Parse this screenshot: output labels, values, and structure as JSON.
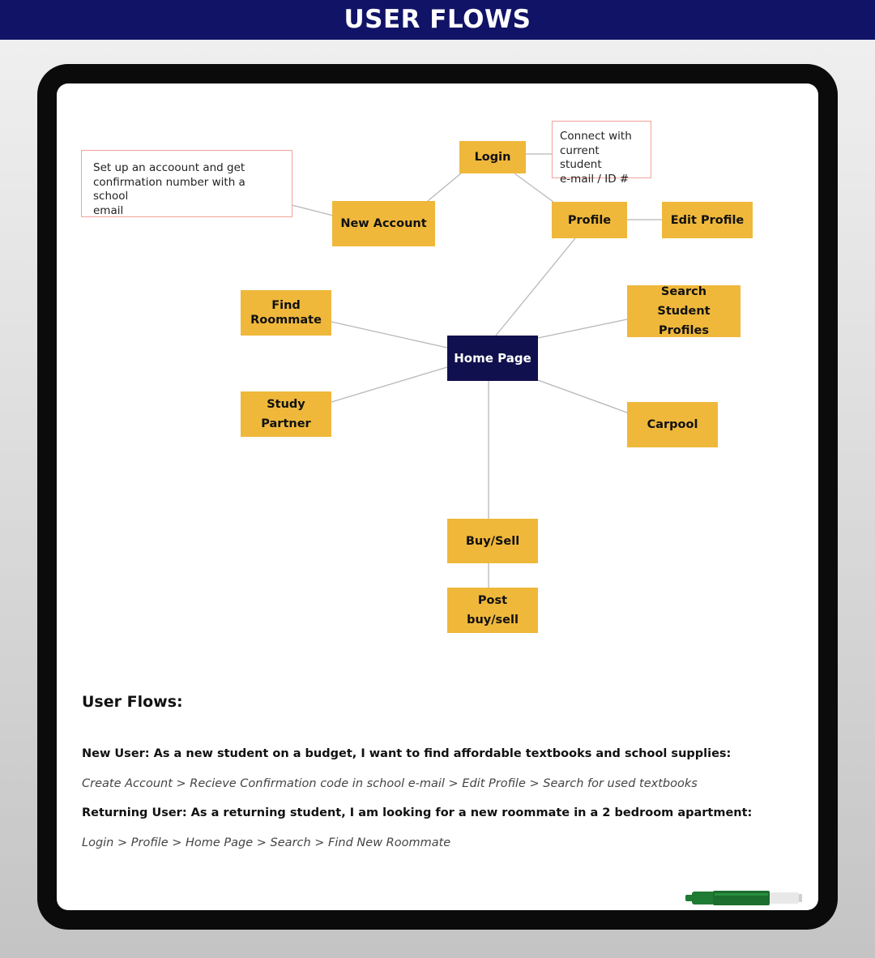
{
  "header": {
    "title": "USER FLOWS"
  },
  "diagram": {
    "nodes": {
      "login": "Login",
      "new_account": "New Account",
      "profile": "Profile",
      "edit_profile": "Edit Profile",
      "find_roommate": "Find\nRoommate",
      "search_profiles": "Search\nStudent Profiles",
      "home": "Home Page",
      "study_partner": "Study Partner",
      "carpool": "Carpool",
      "buy_sell": "Buy/Sell",
      "post_buy_sell": "Post buy/sell"
    },
    "notes": {
      "account_note": "Set up an accoount and get\nconfirmation number with a school\nemail",
      "login_note": "Connect with\ncurrent student\ne-mail / ID #"
    }
  },
  "flows": {
    "title": "User Flows:",
    "new_user_story": "New User: As a new student on a budget, I want to find affordable textbooks and school supplies:",
    "new_user_path": "Create Account > Recieve Confirmation code in school e-mail > Edit Profile > Search for used textbooks",
    "returning_user_story": "Returning User: As a returning student, I am looking for a new roommate in a 2 bedroom apartment:",
    "returning_user_path": "Login > Profile > Home Page > Search > Find New Roommate"
  },
  "colors": {
    "header_bg": "#101366",
    "node_fill": "#efb83b",
    "home_fill": "#11104e",
    "note_border": "#f3a39a",
    "connector": "#b8b8b8"
  },
  "decor": {
    "marker_icon": "expo-marker-icon"
  }
}
